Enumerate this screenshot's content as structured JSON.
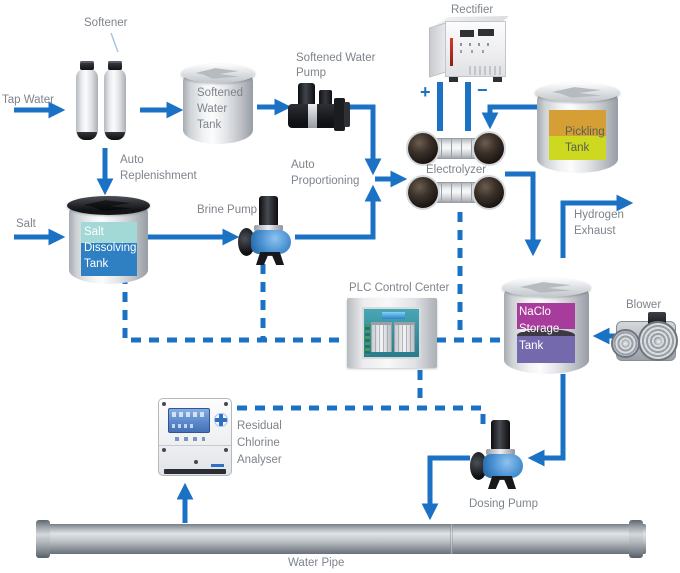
{
  "colors": {
    "flow_line": "#1B72C4",
    "label_text": "#7E848C",
    "salt_band_top": "#A2D8D6",
    "salt_band_bottom": "#2E80C2",
    "pickling_band_top": "#D69F35",
    "pickling_band_bottom": "#CCD920",
    "naclo_band_top": "#A83C9C",
    "naclo_band_bottom": "#7569AD"
  },
  "labels": {
    "softener": "Softener",
    "tap_water": "Tap Water",
    "auto_replenishment_1": "Auto",
    "auto_replenishment_2": "Replenishment",
    "softened_water_tank_1": "Softened",
    "softened_water_tank_2": "Water",
    "softened_water_tank_3": "Tank",
    "softened_water_pump_1": "Softened Water",
    "softened_water_pump_2": "Pump",
    "rectifier": "Rectifier",
    "plus_sign": "+",
    "minus_sign": "−",
    "electrolyzer": "Electrolyzer",
    "pickling_tank_1": "Pickling",
    "pickling_tank_2": "Tank",
    "hydrogen_exhaust_1": "Hydrogen",
    "hydrogen_exhaust_2": "Exhaust",
    "salt": "Salt",
    "salt_tank_1": "Salt",
    "salt_tank_2": "Dissolving",
    "salt_tank_3": "Tank",
    "brine_pump": "Brine Pump",
    "auto_proportioning_1": "Auto",
    "auto_proportioning_2": "Proportioning",
    "plc_control_center": "PLC Control Center",
    "naclo_tank_1": "NaClo",
    "naclo_tank_2": "Storage",
    "naclo_tank_3": "Tank",
    "blower": "Blower",
    "analyser_1": "Residual",
    "analyser_2": "Chlorine",
    "analyser_3": "Analyser",
    "dosing_pump": "Dosing Pump",
    "water_pipe": "Water Pipe"
  }
}
